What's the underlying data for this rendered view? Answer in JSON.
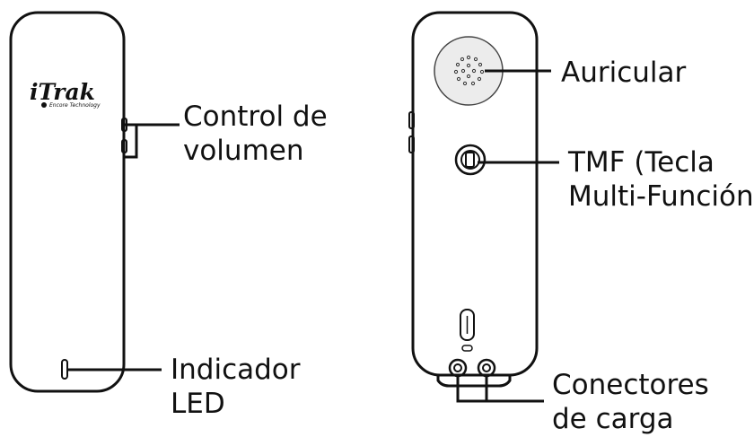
{
  "front_device": {
    "brand": "iTrak",
    "brand_subtitle": "Encore Technology"
  },
  "labels": {
    "volume_line1": "Control de",
    "volume_line2": "volumen",
    "led_line1": "Indicador",
    "led_line2": "LED",
    "earpiece": "Auricular",
    "mfk_line1": "TMF (Tecla",
    "mfk_line2": "Multi-Función)",
    "chargers_line1": "Conectores",
    "chargers_line2": "de carga"
  },
  "colors": {
    "stroke": "#111111",
    "earpiece_fill": "#ececec"
  }
}
